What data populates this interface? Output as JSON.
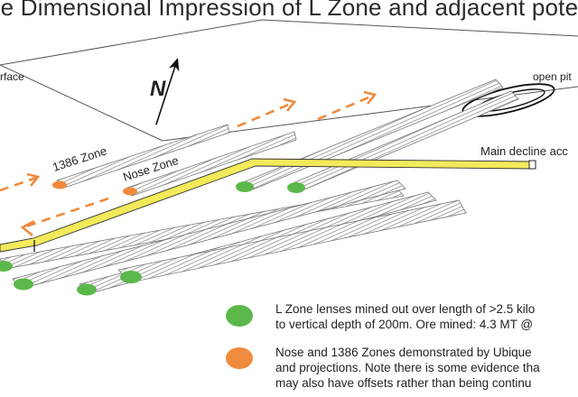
{
  "title": "ee Dimensional Impression of L Zone and adjacent pote",
  "labels": {
    "surface": "rface",
    "open_pit": "open pit",
    "north": "N",
    "zone_1386": "1386 Zone",
    "nose_zone": "Nose Zone",
    "main_decline": "Main decline acc"
  },
  "legend": [
    {
      "color": "#5cb84a",
      "lines": [
        "L Zone lenses mined out over length of >2.5 kilo",
        "to vertical depth of 200m. Ore mined: 4.3 MT @"
      ]
    },
    {
      "color": "#f08a3c",
      "lines": [
        "Nose and 1386 Zones demonstrated by Ubique",
        "and projections. Note there is some evidence tha",
        "may also have offsets rather than being continu"
      ]
    }
  ],
  "colors": {
    "decline": "#f2ea5a",
    "arrow": "#f08a3c",
    "lens_end": "#5cb84a",
    "target_end": "#f08a3c"
  }
}
